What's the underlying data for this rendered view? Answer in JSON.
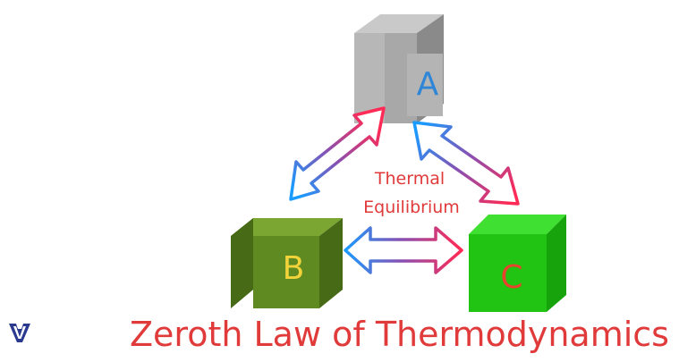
{
  "title": "Zeroth Law of Thermodynamics",
  "center_label": {
    "line1": "Thermal",
    "line2": "Equilibrium"
  },
  "cubes": {
    "a": {
      "letter": "A",
      "letter_color": "#2f86d6",
      "face_color": "#a8a8a8",
      "top_color": "#c9c9c9",
      "side_color": "#8a8a8a"
    },
    "b": {
      "letter": "B",
      "letter_color": "#f2d43a",
      "face_color": "#5f8a22",
      "top_color": "#7aa631",
      "side_color": "#476a17"
    },
    "c": {
      "letter": "C",
      "letter_color": "#e8432c",
      "face_color": "#22c414",
      "top_color": "#3fe031",
      "side_color": "#17a30c"
    }
  },
  "colors": {
    "title": "#e03a3a",
    "center_label": "#e03a3a",
    "arrow_blue": "#1a9bff",
    "arrow_purple": "#8a4fb0",
    "arrow_red": "#ff2a55"
  },
  "icons": {
    "logo": "v-logo-icon"
  }
}
